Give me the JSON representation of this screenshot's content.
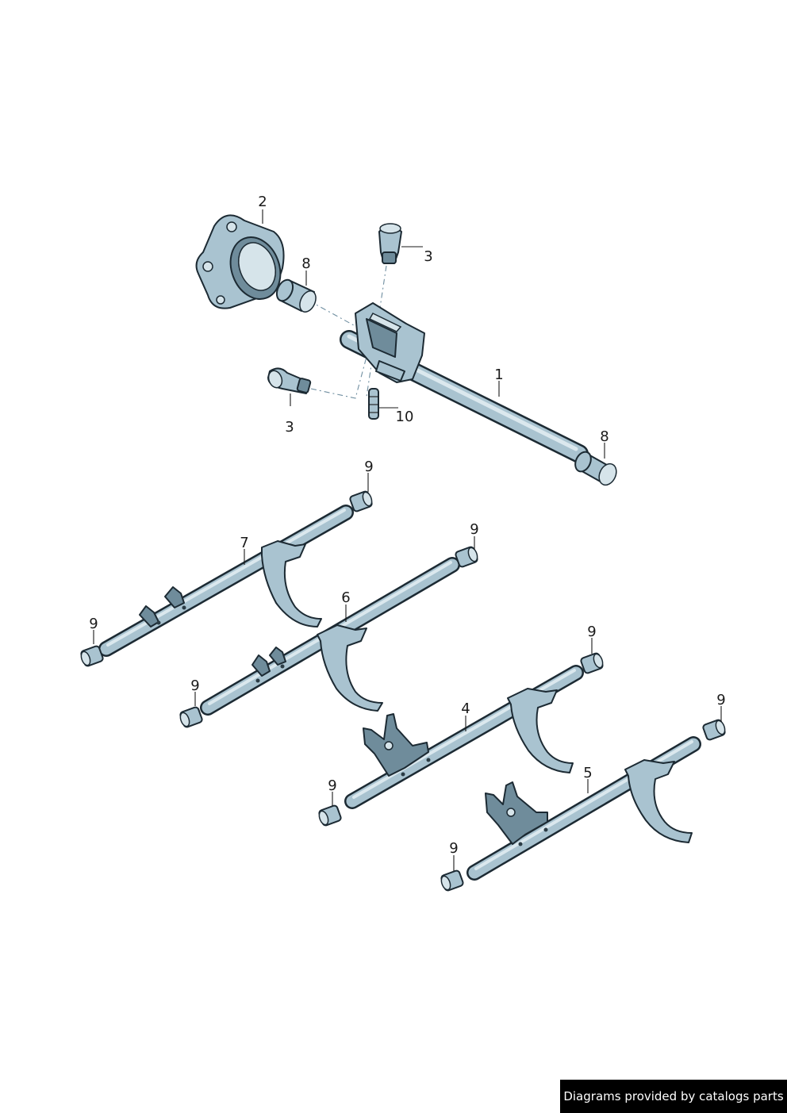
{
  "callouts": [
    {
      "id": "c2",
      "text": "2"
    },
    {
      "id": "c8a",
      "text": "8"
    },
    {
      "id": "c3a",
      "text": "3"
    },
    {
      "id": "c1",
      "text": "1"
    },
    {
      "id": "c3b",
      "text": "3"
    },
    {
      "id": "c10",
      "text": "10"
    },
    {
      "id": "c8b",
      "text": "8"
    },
    {
      "id": "c9a",
      "text": "9"
    },
    {
      "id": "c7",
      "text": "7"
    },
    {
      "id": "c9b",
      "text": "9"
    },
    {
      "id": "c6",
      "text": "6"
    },
    {
      "id": "c9c",
      "text": "9"
    },
    {
      "id": "c9d",
      "text": "9"
    },
    {
      "id": "c9e",
      "text": "9"
    },
    {
      "id": "c4",
      "text": "4"
    },
    {
      "id": "c9f",
      "text": "9"
    },
    {
      "id": "c5",
      "text": "5"
    },
    {
      "id": "c9g",
      "text": "9"
    },
    {
      "id": "c9h",
      "text": "9"
    }
  ],
  "credit": "Diagrams provided by catalogs parts",
  "colors": {
    "outline": "#1c2a33",
    "fill": "#a9c3d0",
    "highlight": "#dbe8ee",
    "shade": "#6f8c9b"
  }
}
